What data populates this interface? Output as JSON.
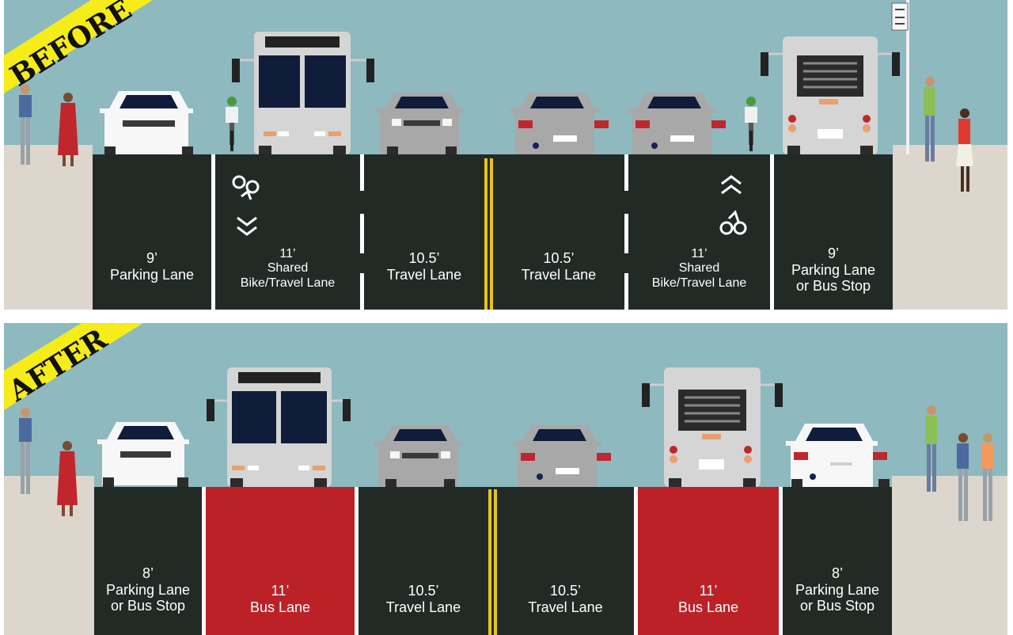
{
  "before": {
    "banner": "BEFORE",
    "lanes": [
      {
        "width": "9’",
        "name": "Parking Lane",
        "color": "#222a26"
      },
      {
        "width": "11’",
        "name": [
          "Shared",
          "Bike/Travel Lane"
        ],
        "color": "#222a26"
      },
      {
        "width": "10.5’",
        "name": "Travel Lane",
        "color": "#222a26"
      },
      {
        "width": "10.5’",
        "name": "Travel Lane",
        "color": "#222a26"
      },
      {
        "width": "11’",
        "name": [
          "Shared",
          "Bike/Travel Lane"
        ],
        "color": "#222a26"
      },
      {
        "width": "9’",
        "name": [
          "Parking Lane",
          "or Bus Stop"
        ],
        "color": "#222a26"
      }
    ]
  },
  "after": {
    "banner": "AFTER",
    "lanes": [
      {
        "width": "8’",
        "name": [
          "Parking Lane",
          "or Bus Stop"
        ],
        "color": "#222a26"
      },
      {
        "width": "11’",
        "name": "Bus Lane",
        "color": "#bd2128"
      },
      {
        "width": "10.5’",
        "name": "Travel Lane",
        "color": "#222a26"
      },
      {
        "width": "10.5’",
        "name": "Travel Lane",
        "color": "#222a26"
      },
      {
        "width": "11’",
        "name": "Bus Lane",
        "color": "#bd2128"
      },
      {
        "width": "8’",
        "name": [
          "Parking Lane",
          "or Bus Stop"
        ],
        "color": "#222a26"
      }
    ]
  },
  "colors": {
    "sky": "#8db9bf",
    "sidewalk": "#dcd6cc",
    "asphalt": "#222a26",
    "bus_lane": "#bd2128",
    "center_line": "#e8c21c",
    "banner": "#f6ec1a"
  }
}
